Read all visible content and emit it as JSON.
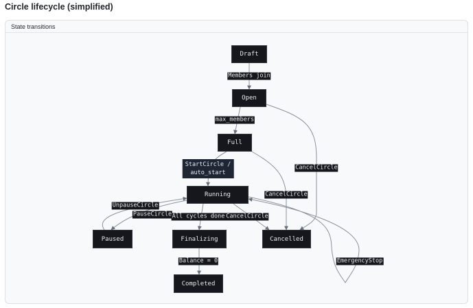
{
  "page": {
    "title": "Circle lifecycle (simplified)"
  },
  "card": {
    "header": "State transitions"
  },
  "nodes": {
    "draft": "Draft",
    "open": "Open",
    "full": "Full",
    "running": "Running",
    "paused": "Paused",
    "finalizing": "Finalizing",
    "cancelled": "Cancelled",
    "completed": "Completed"
  },
  "edges": {
    "members_join": "Members join",
    "max_members": "max_members",
    "start_circle_1": "StartCircle /",
    "start_circle_2": "auto_start",
    "open_cancel": "CancelCircle",
    "full_cancel": "CancelCircle",
    "unpause": "UnpauseCircle",
    "pause": "PauseCircle",
    "all_cycles_done": "All cycles done",
    "running_cancel": "CancelCircle",
    "balance_zero": "Balance = 0",
    "emergency_stop": "EmergencyStop"
  },
  "colors": {
    "node_bg": "#15171c",
    "edge": "#8a919c",
    "canvas": "#f8f9fb"
  }
}
